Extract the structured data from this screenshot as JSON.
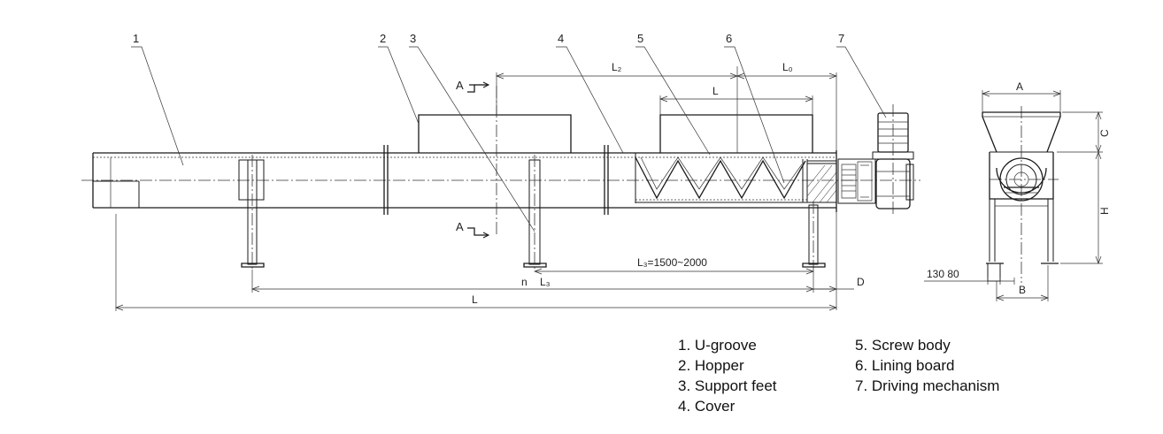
{
  "callouts": [
    "1",
    "2",
    "3",
    "4",
    "5",
    "6",
    "7"
  ],
  "dimensions": {
    "l2": "L₂",
    "l0": "L₀",
    "l": "L",
    "l3_range": "L₃=1500~2000",
    "n": "n",
    "l3": "L₃",
    "d": "D",
    "l_total": "L",
    "a_top": "A",
    "a_bottom": "A",
    "side_a": "A",
    "side_c": "C",
    "side_h": "H",
    "side_b": "B",
    "side_130_80": "130  80"
  },
  "legend": {
    "left": [
      "1. U-groove",
      "2. Hopper",
      "3. Support feet",
      "4. Cover"
    ],
    "right": [
      "5. Screw body",
      "6. Lining board",
      "7. Driving mechanism"
    ]
  }
}
